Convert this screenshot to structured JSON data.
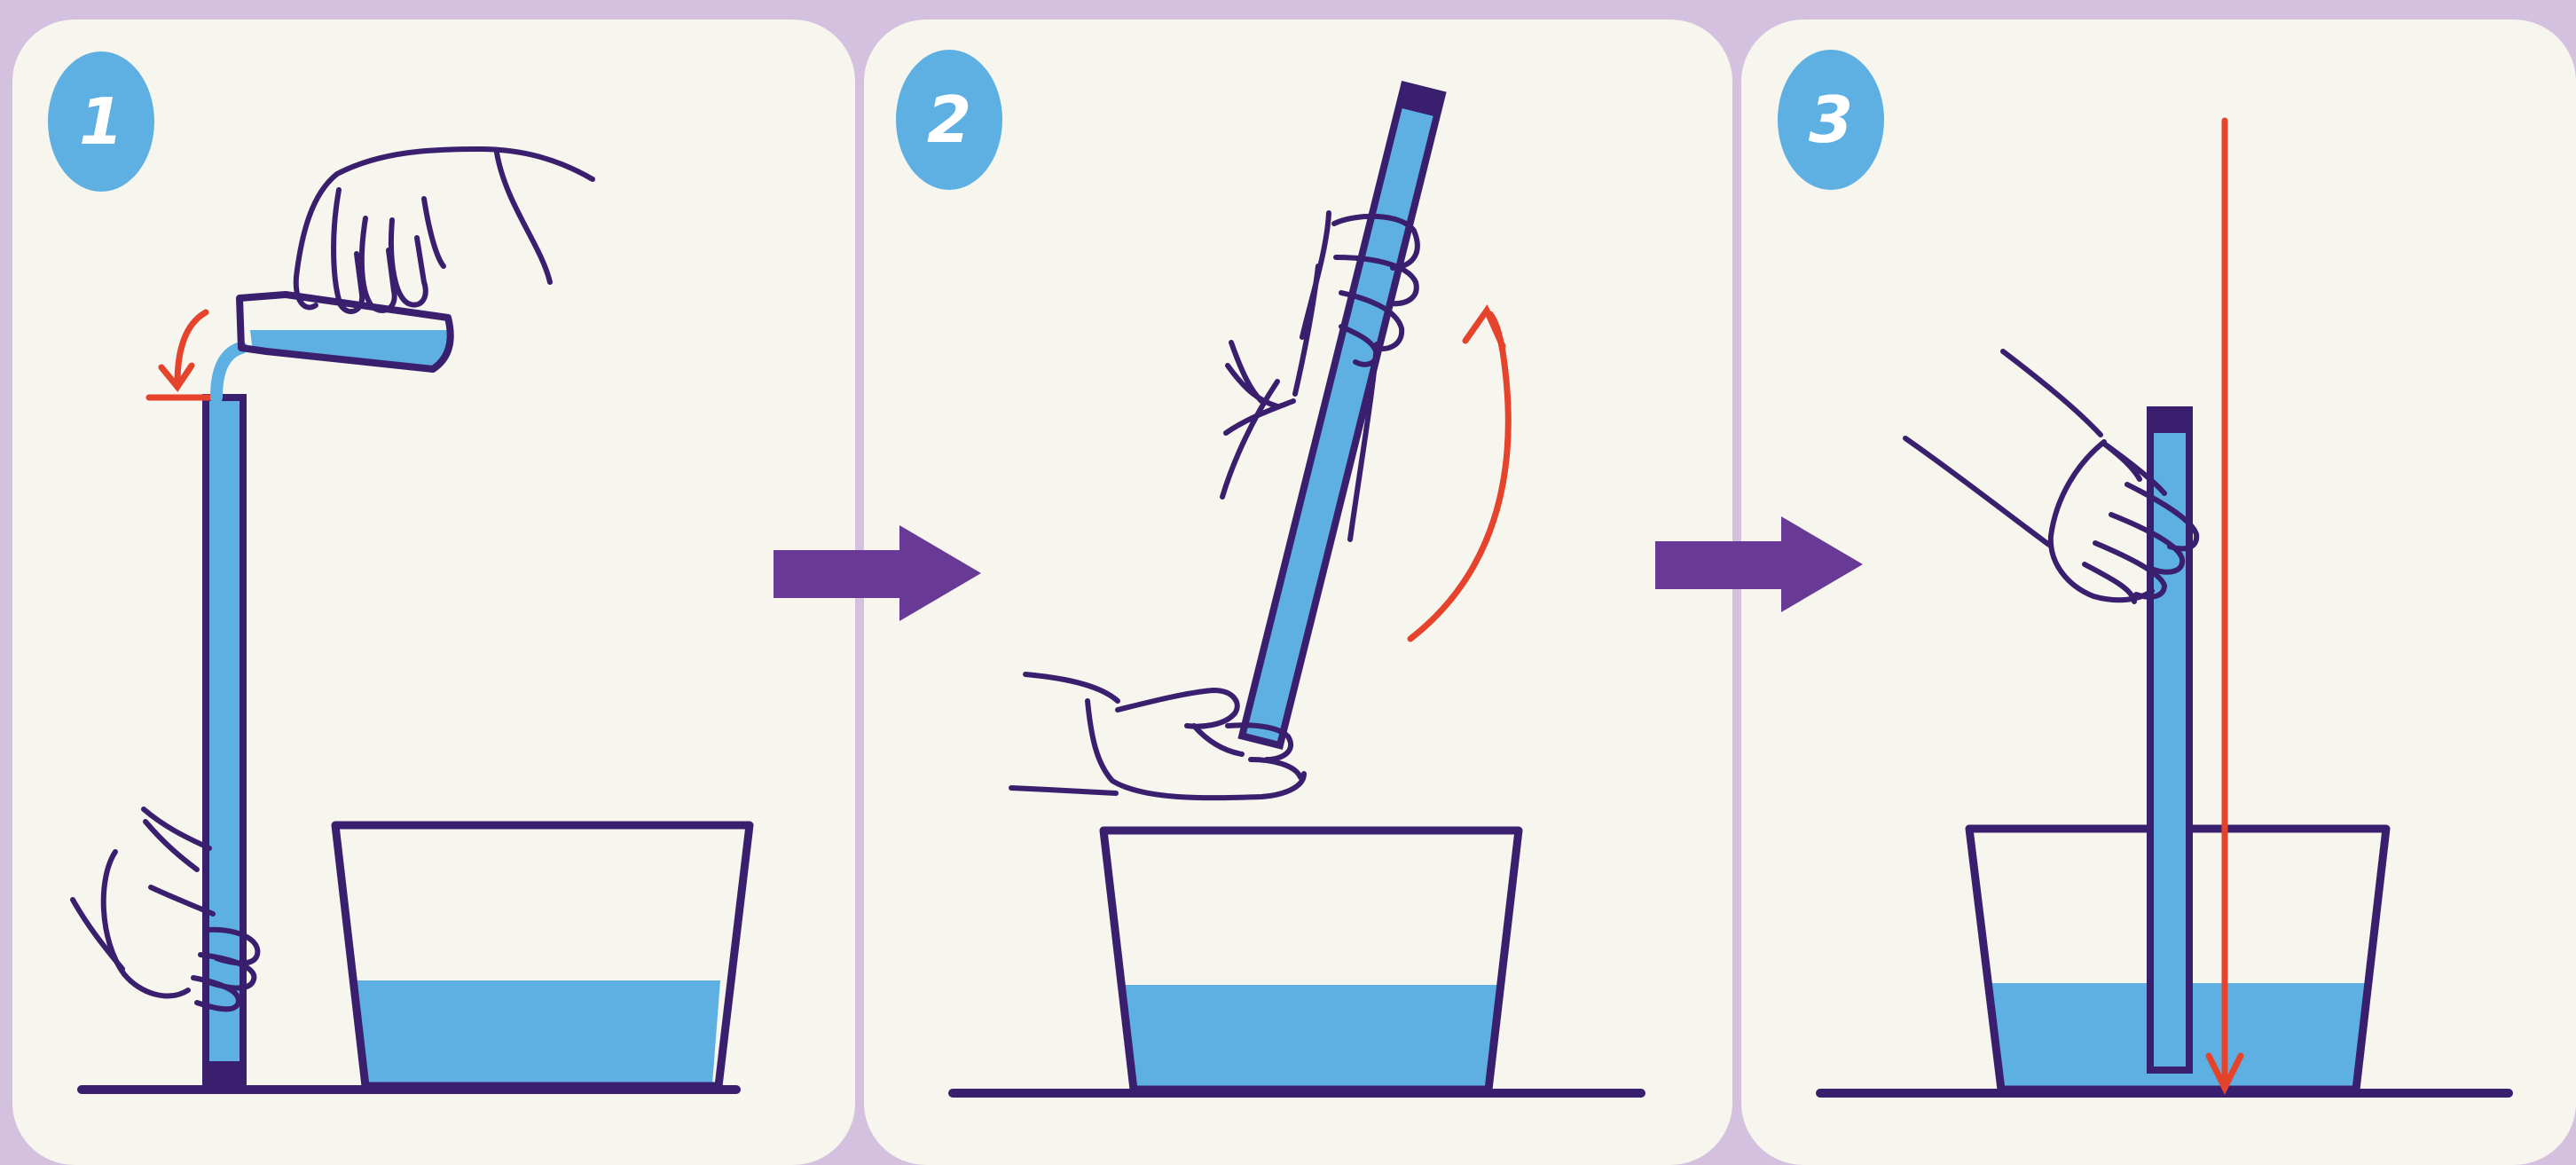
{
  "steps": [
    {
      "number": "1"
    },
    {
      "number": "2"
    },
    {
      "number": "3"
    }
  ],
  "colors": {
    "background": "#d4c1df",
    "panel": "#f6f5ee",
    "water": "#5eb0e3",
    "outline": "#3a1f6e",
    "arrow": "#683a96",
    "indicator": "#e5432c"
  }
}
